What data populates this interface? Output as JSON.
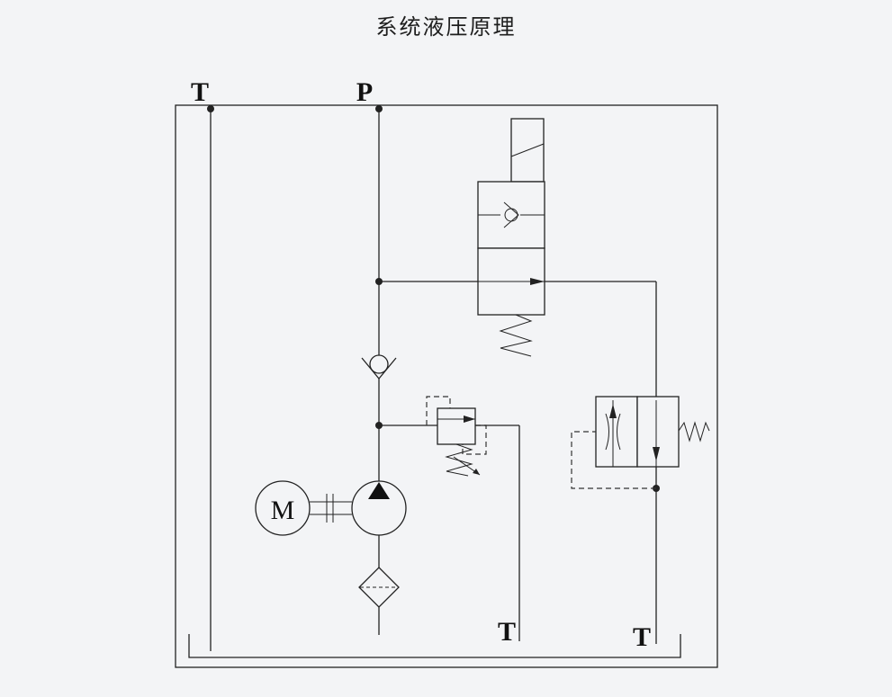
{
  "title": "系统液压原理",
  "ports": {
    "tank_top": "T",
    "pressure_top": "P",
    "tank_relief": "T",
    "tank_right": "T"
  },
  "motor": {
    "label": "M"
  }
}
